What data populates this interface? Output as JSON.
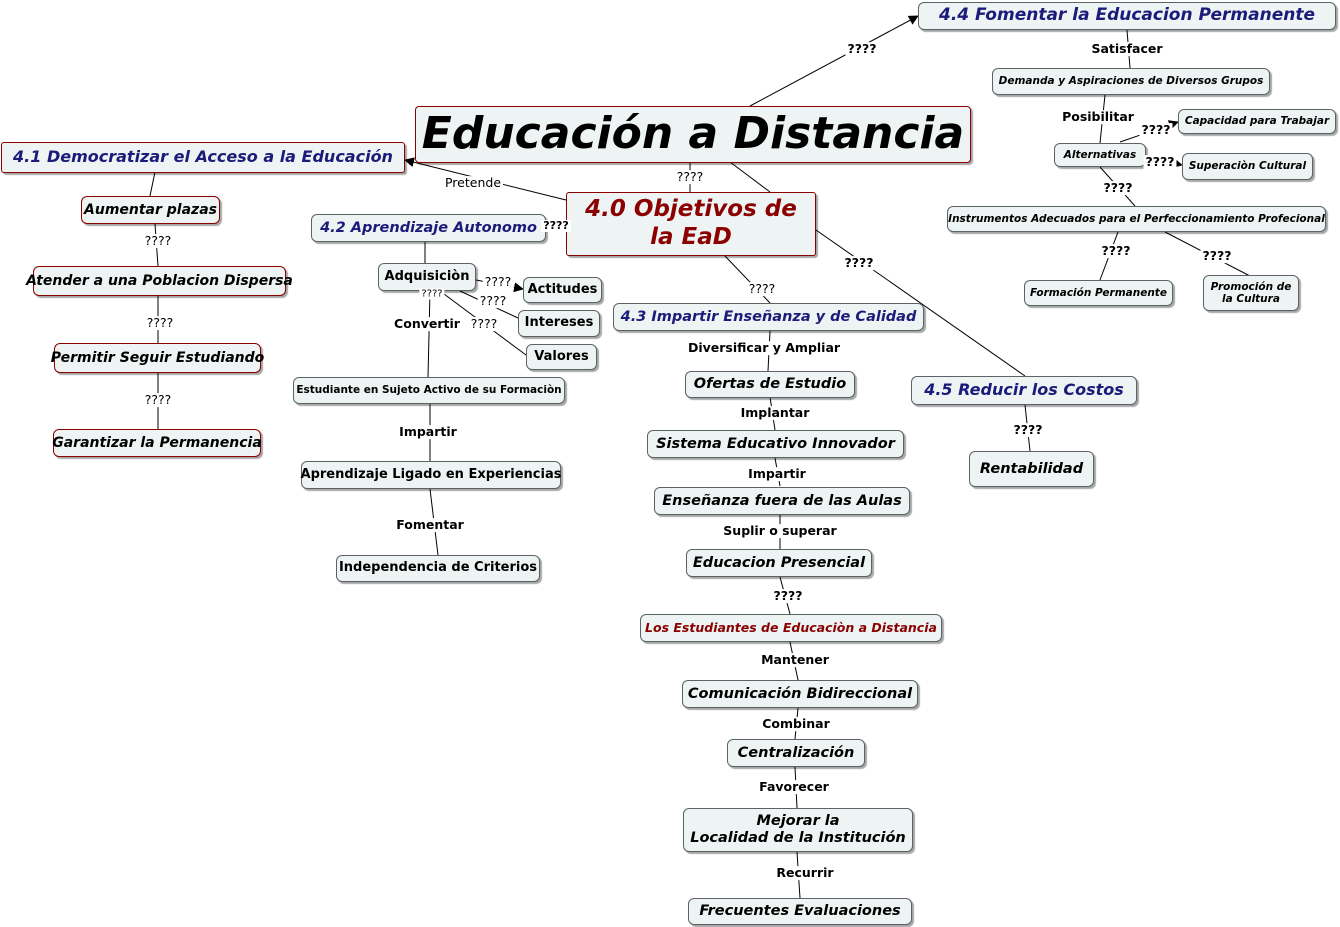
{
  "root": "Educación a Distancia",
  "objectives": "4.0 Objetivos de la EaD",
  "pretende": "Pretende",
  "q": "????",
  "b41": {
    "title": "4.1 Democratizar el Acceso a la Educación",
    "n1": "Aumentar plazas",
    "n2": "Atender a una Poblacion Dispersa",
    "n3": "Permitir Seguir Estudiando",
    "n4": "Garantizar la Permanencia"
  },
  "b42": {
    "title": "4.2 Aprendizaje Autonomo",
    "adq": "Adquisiciòn",
    "actitudes": "Actitudes",
    "intereses": "Intereses",
    "valores": "Valores",
    "convertir": "Convertir",
    "estudiante": "Estudiante en Sujeto Activo de su Formaciòn",
    "impartir": "Impartir",
    "aprendizaje": "Aprendizaje Ligado en Experiencias",
    "fomentar": "Fomentar",
    "independencia": "Independencia de Criterios"
  },
  "b43": {
    "title": "4.3 Impartir Enseñanza y de Calidad",
    "l1": "Diversificar y Ampliar",
    "n1": "Ofertas de Estudio",
    "l2": "Implantar",
    "n2": "Sistema Educativo Innovador",
    "l3": "Impartir",
    "n3": "Enseñanza fuera de las Aulas",
    "l4": "Suplir o superar",
    "n4": "Educacion Presencial",
    "n5": "Los Estudiantes de Educaciòn a Distancia",
    "l6": "Mantener",
    "n6": "Comunicación Bidireccional",
    "l7": "Combinar",
    "n7": "Centralización",
    "l8": "Favorecer",
    "n8a": "Mejorar la",
    "n8b": "Localidad de la Institución",
    "l9": "Recurrir",
    "n9": "Frecuentes Evaluaciones"
  },
  "b44": {
    "title": "4.4 Fomentar la Educacion Permanente",
    "satisfacer": "Satisfacer",
    "demanda": "Demanda y Aspiraciones  de Diversos Grupos",
    "posibilitar": "Posibilitar",
    "alternativas": "Alternativas",
    "capacidad": "Capacidad para Trabajar",
    "superacion": "Superaciòn Cultural",
    "instrumentos": "Instrumentos Adecuados para el Perfeccionamiento Profecional",
    "formacion": "Formación Permanente",
    "promocion_a": "Promoción de",
    "promocion_b": "la Cultura"
  },
  "b45": {
    "title": "4.5 Reducir los Costos",
    "rentabilidad": "Rentabilidad"
  }
}
